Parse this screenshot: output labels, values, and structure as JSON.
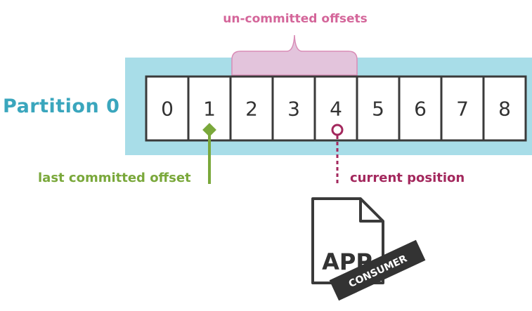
{
  "partition": {
    "label": "Partition 0",
    "offsets": [
      "0",
      "1",
      "2",
      "3",
      "4",
      "5",
      "6",
      "7",
      "8"
    ]
  },
  "annotations": {
    "uncommitted": "un-committed offsets",
    "last_committed": "last committed offset",
    "current_position": "current position"
  },
  "consumer": {
    "doc_label": "APP",
    "tag_label": "CONSUMER"
  },
  "colors": {
    "partition_text": "#3aa6bd",
    "partition_bg": "#a8dde8",
    "uncommitted_text": "#d4669a",
    "uncommitted_fill": "#e3c4dc",
    "uncommitted_stroke": "#d98cb6",
    "last_committed": "#7aa83b",
    "current_position": "#a3285d",
    "cell_border": "#3a3a3a",
    "cell_text": "#333333",
    "doc_stroke": "#3a3a3a",
    "tag_bg": "#333333",
    "tag_text": "#ffffff"
  }
}
